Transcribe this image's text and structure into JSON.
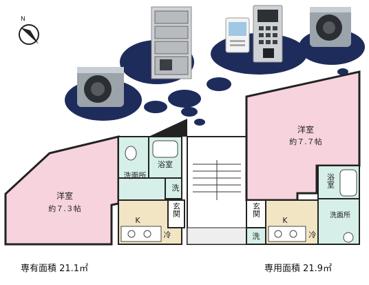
{
  "compass": {
    "label": "N",
    "icon": "north-arrow-icon"
  },
  "units": [
    {
      "room_main": "洋室",
      "room_size": "約７.３帖",
      "bath": "浴室",
      "washroom": "洗面所",
      "washer": "洗",
      "entrance": "玄関",
      "kitchen": "K",
      "fridge": "冷"
    },
    {
      "room_main": "洋室",
      "room_size": "約７.７帖",
      "bath": "浴室",
      "washroom": "洗面所",
      "washer": "洗",
      "entrance": "玄関",
      "kitchen": "K",
      "fridge": "冷"
    }
  ],
  "areas": {
    "left": "専有面積 21.1㎡",
    "right": "専用面積 21.9㎡"
  },
  "colors": {
    "room": "#f7d3dd",
    "wet": "#d6efe9",
    "kitchen": "#f1e5c3",
    "bubble": "#1e2c5c"
  },
  "icons": [
    "security-camera-icon",
    "delivery-locker-icon",
    "intercom-monitor-icon",
    "intercom-panel-icon",
    "security-camera-icon"
  ]
}
